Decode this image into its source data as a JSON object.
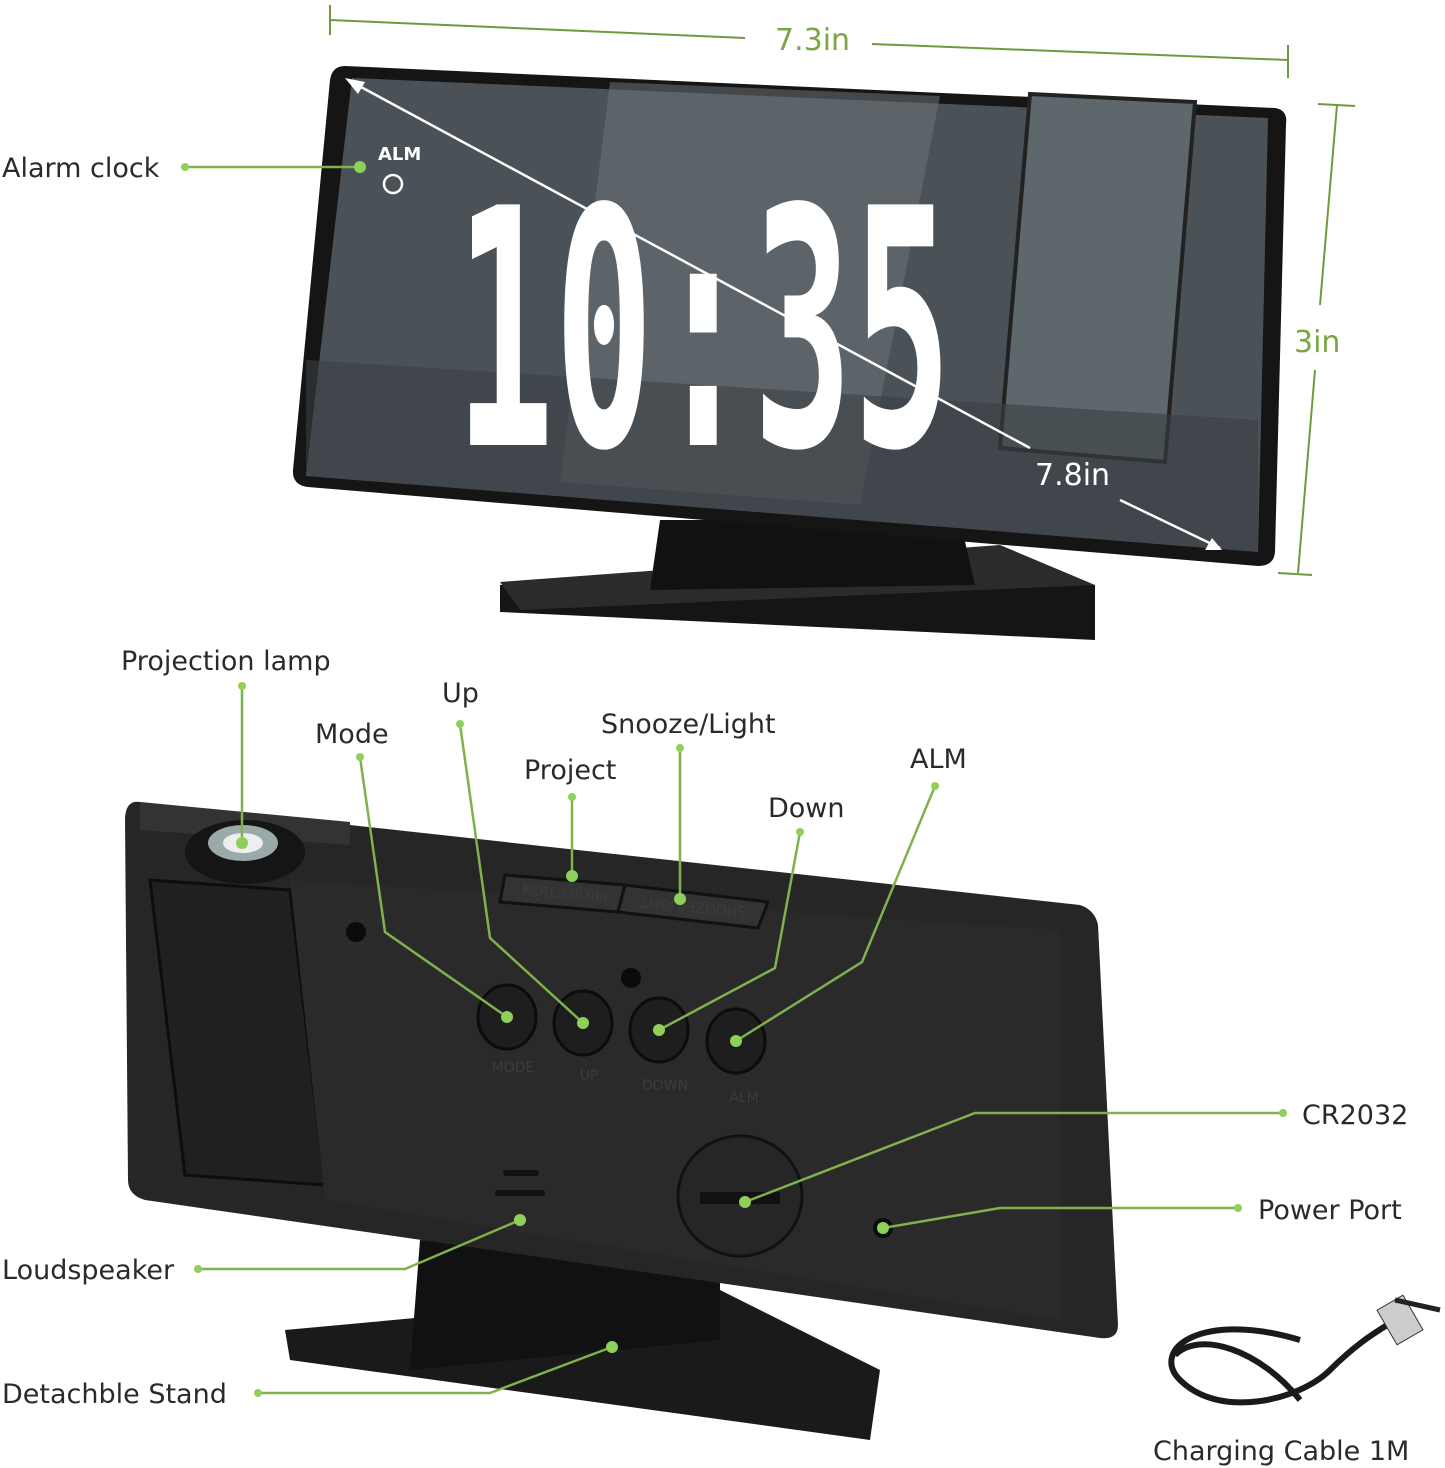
{
  "dimensions": {
    "width": "7.3in",
    "height": "3in",
    "diagonal": "7.8in"
  },
  "display": {
    "time": "10:35",
    "alarm_indicator": "ALM"
  },
  "labels": {
    "alarm_clock": "Alarm clock",
    "projection_lamp": "Projection lamp",
    "mode": "Mode",
    "up": "Up",
    "project": "Project",
    "snooze_light": "Snooze/Light",
    "down": "Down",
    "alm": "ALM",
    "cr2032": "CR2032",
    "power_port": "Power Port",
    "loudspeaker": "Loudspeaker",
    "stand": "Detachble Stand",
    "cable": "Charging Cable 1M"
  },
  "device_markings": {
    "projection_button": "PROJECTION",
    "snooze_button": "SNOOZE/LIGHT",
    "mode_button": "MODE",
    "up_button": "UP",
    "down_button": "DOWN",
    "alm_button": "ALM"
  },
  "colors": {
    "accent": "#7fb24d",
    "device": "#1e1e1e"
  }
}
